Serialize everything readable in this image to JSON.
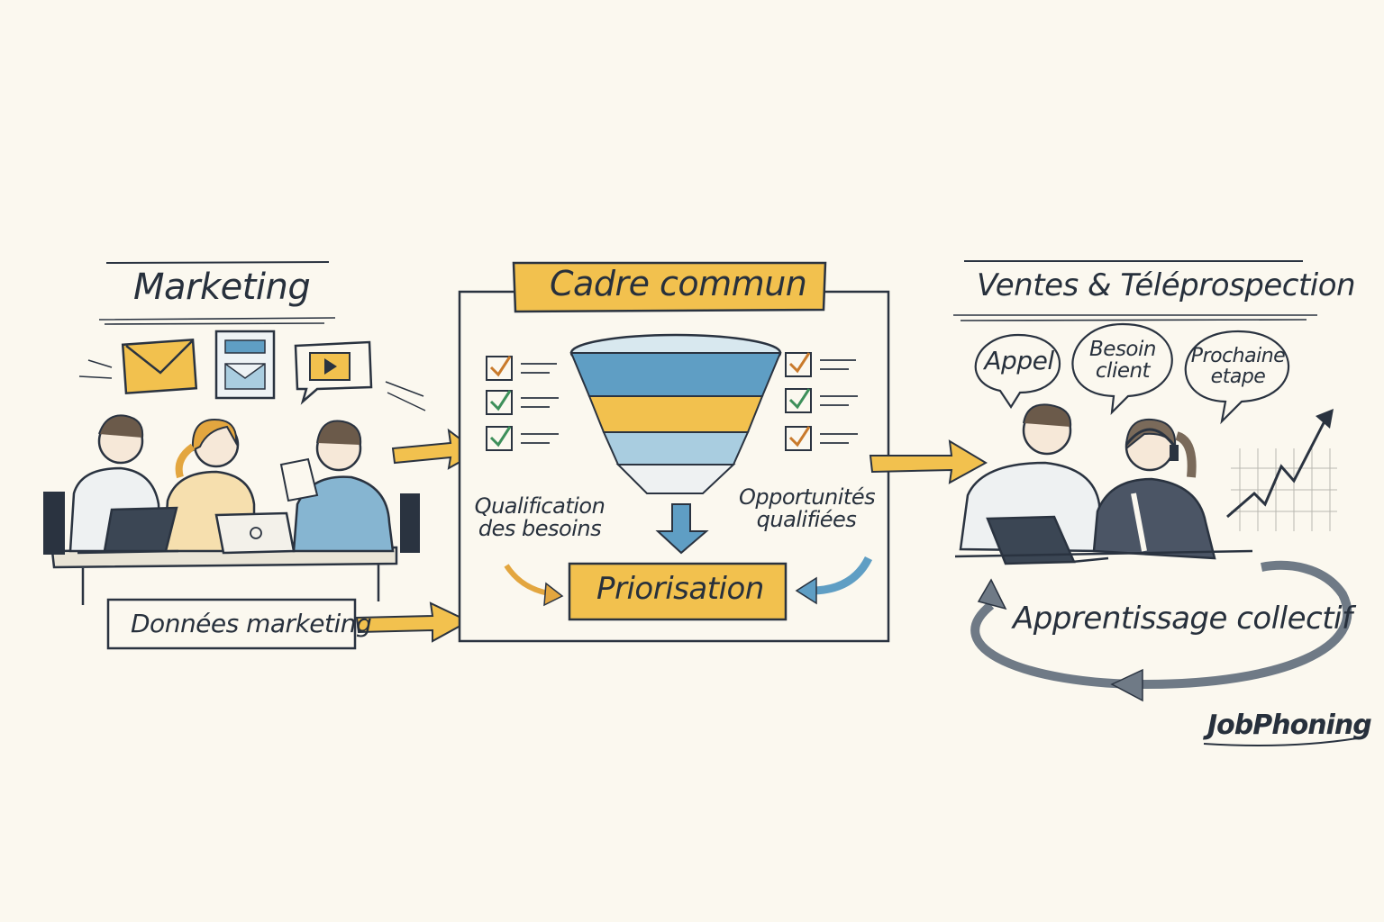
{
  "marketing": {
    "title": "Marketing",
    "data_label": "Données marketing"
  },
  "cadre": {
    "title": "Cadre commun",
    "left_label": "Qualification des besoins",
    "right_label": "Opportunités qualifiées",
    "priority_label": "Priorisation"
  },
  "ventes": {
    "title": "Ventes & Téléprospection",
    "bubbles": [
      "Appel",
      "Besoin client",
      "Prochaine etape"
    ],
    "loop_label": "Apprentissage collectif"
  },
  "brand": {
    "logo_text": "JobPhoning"
  },
  "colors": {
    "accent_yellow": "#f2c14e",
    "accent_blue": "#5f9ec4",
    "ink": "#27303c",
    "check_green": "#3d8f5a",
    "check_orange": "#c97a2b",
    "background": "#fbf8ef"
  }
}
